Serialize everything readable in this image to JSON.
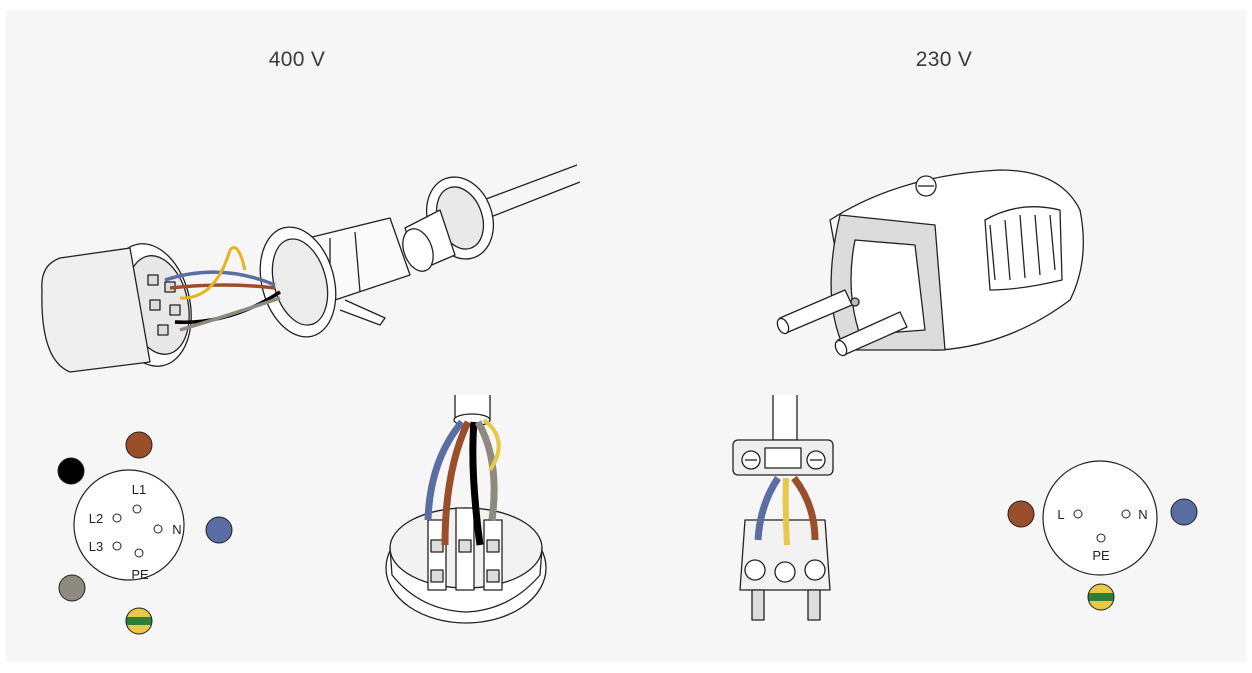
{
  "headings": {
    "left": "400 V",
    "right": "230 V"
  },
  "diagram_400v": {
    "pins": {
      "l1": "L1",
      "l2": "L2",
      "l3": "L3",
      "n": "N",
      "pe": "PE"
    }
  },
  "diagram_230v": {
    "pins": {
      "l": "L",
      "n": "N",
      "pe": "PE"
    }
  },
  "wire_colors": {
    "brown": "#9a4e2a",
    "black": "#000000",
    "blue": "#5a6ea4",
    "grey": "#8f8a80",
    "yellow": "#e6c84a",
    "green": "#2e7d32"
  }
}
